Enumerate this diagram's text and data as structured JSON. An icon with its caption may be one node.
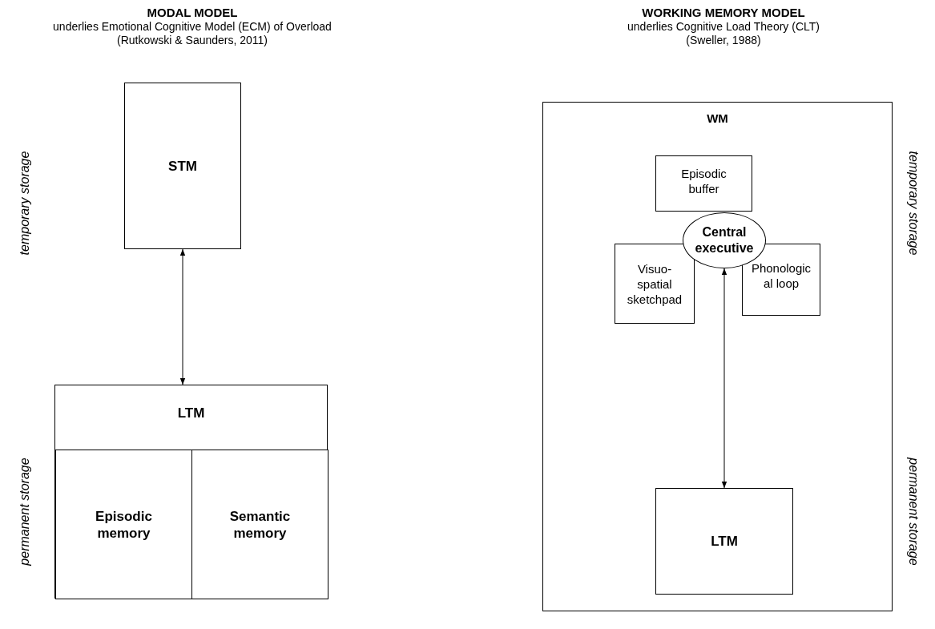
{
  "diagram": {
    "nodes": [
      {
        "text": [
          "STM"
        ]
      },
      {
        "text": [
          "LTM"
        ]
      },
      {
        "text": [
          "Episodic memory"
        ],
        "in": 1
      },
      {
        "text": [
          "Semantic memory"
        ],
        "in": 1
      },
      {
        "text": [
          "WM"
        ]
      },
      {
        "text": [
          "Episodic buffer"
        ],
        "in": 4
      },
      {
        "text": [
          "Central executive"
        ],
        "in": 4
      },
      {
        "text": [
          "Visuo-spatial sketchpad"
        ],
        "in": 4
      },
      {
        "text": [
          "Phonological loop"
        ],
        "in": 4
      },
      {
        "text": [
          "LTM"
        ],
        "in": 4
      }
    ],
    "edges": [
      {
        "from": 0,
        "to": 1,
        "arrow": "both"
      },
      {
        "from": 6,
        "to": 9,
        "arrow": "both"
      }
    ],
    "labels": [
      "MODAL MODEL",
      "underlies Emotional Cognitive Model (ECM) of Overload (Rutkowski & Saunders, 2011)",
      "WORKING MEMORY MODEL",
      "underlies Cognitive Load Theory (CLT) (Sweller, 1988)",
      "temporary storage",
      "permanent storage",
      "temporary storage",
      "permanent storage"
    ]
  }
}
